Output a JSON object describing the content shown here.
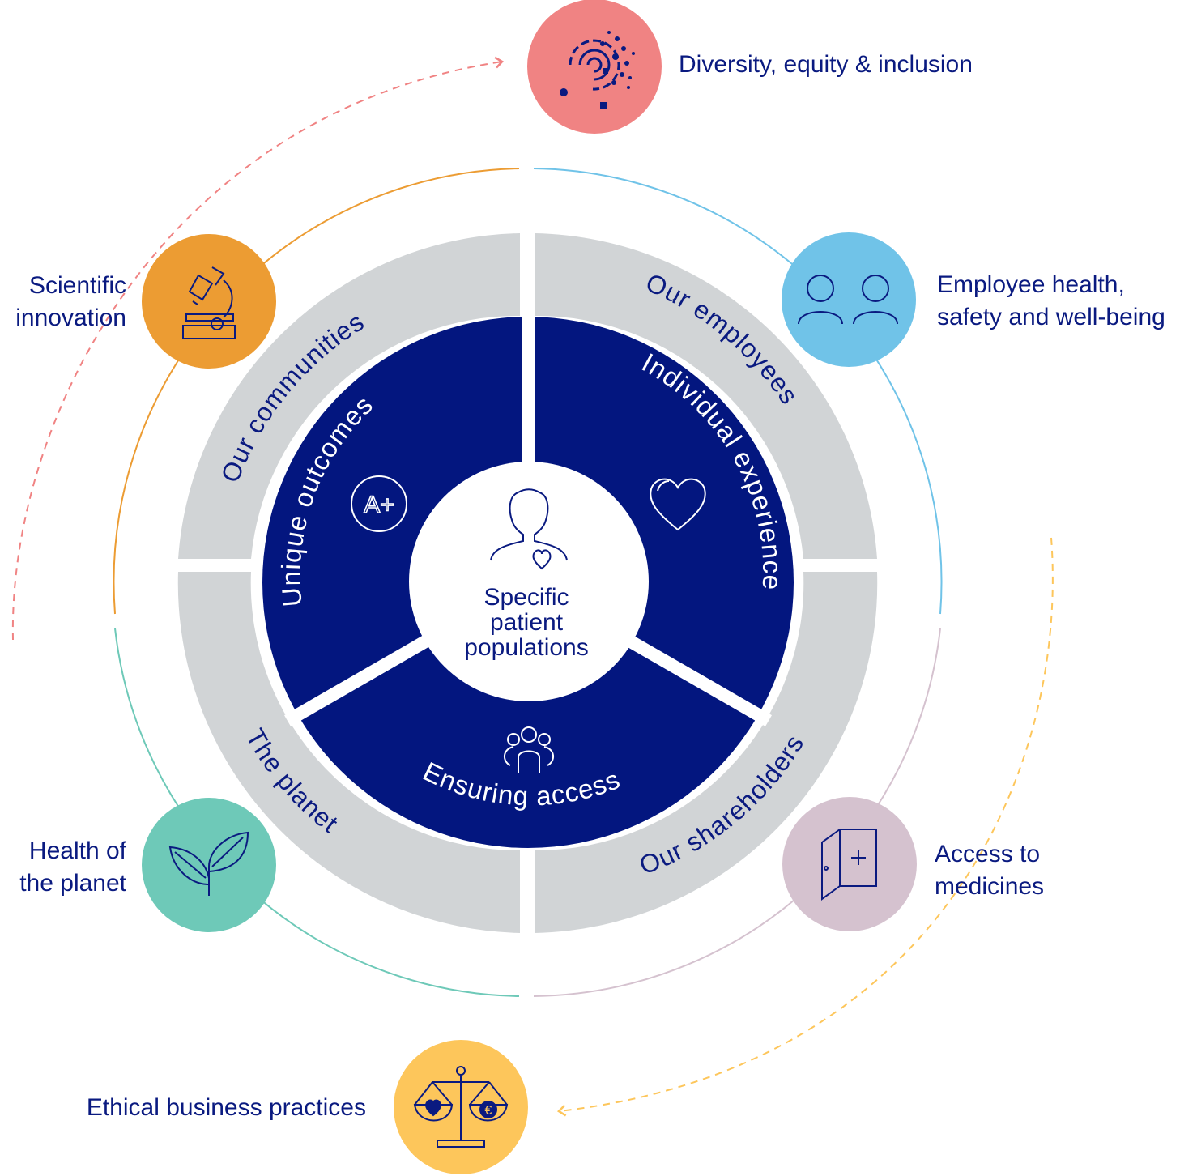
{
  "colors": {
    "navy": "#03167f",
    "ring_gray": "#d1d4d6",
    "text_navy": "#0a1a80",
    "coral": "#f08383",
    "orange": "#ec9c33",
    "sky": "#70c3e8",
    "teal": "#6ec9b8",
    "lilac": "#d5c2cf",
    "yellow": "#fdc65b"
  },
  "center": {
    "icon": "person-heart-icon",
    "lines": [
      "Specific",
      "patient",
      "populations"
    ]
  },
  "inner_segments": [
    {
      "label": "Unique outcomes",
      "icon": "a-plus-badge-icon"
    },
    {
      "label": "Individual experience",
      "icon": "heart-icon"
    },
    {
      "label": "Ensuring access",
      "icon": "people-group-icon"
    }
  ],
  "outer_segments": [
    {
      "label": "Our communities"
    },
    {
      "label": "Our employees"
    },
    {
      "label": "The planet"
    },
    {
      "label": "Our shareholders"
    }
  ],
  "hubs": {
    "dei": {
      "lines": [
        "Diversity, equity & inclusion"
      ],
      "icon": "dots-swirl-icon"
    },
    "science": {
      "lines": [
        "Scientific",
        "innovation"
      ],
      "icon": "microscope-icon"
    },
    "employee": {
      "lines": [
        "Employee health,",
        "safety and well-being"
      ],
      "icon": "two-people-icon"
    },
    "planet": {
      "lines": [
        "Health of",
        "the planet"
      ],
      "icon": "leaves-icon"
    },
    "access": {
      "lines": [
        "Access to",
        "medicines"
      ],
      "icon": "door-plus-icon"
    },
    "ethics": {
      "lines": [
        "Ethical business practices"
      ],
      "icon": "scales-heart-euro-icon"
    }
  }
}
